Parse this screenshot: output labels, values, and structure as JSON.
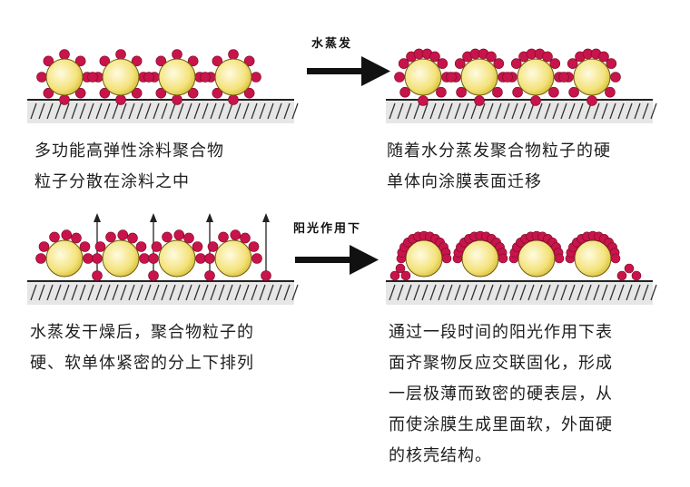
{
  "title": "多功能高弹性涂料成膜过程示意图",
  "colors": {
    "particle_core": "#f3e27a",
    "particle_core_highlight": "#fffbe0",
    "particle_outline": "#6b5a10",
    "monomer": "#c8144a",
    "monomer_outline": "#7a0a2a",
    "substrate_line": "#222222",
    "substrate_fill": "#e6e6e6",
    "arrow": "#111111"
  },
  "steps": [
    {
      "id": "step1",
      "particles": 4,
      "state": "dispersed",
      "caption": "多功能高弹性涂料聚合物\n粒子分散在涂料之中"
    },
    {
      "id": "step2",
      "particles": 4,
      "state": "migrating",
      "caption": "随着水分蒸发聚合物粒子的硬\n单体向涂膜表面迁移"
    },
    {
      "id": "step3",
      "particles": 4,
      "state": "separated",
      "caption": "水蒸发干燥后，聚合物粒子的\n硬、软单体紧密的分上下排列"
    },
    {
      "id": "step4",
      "particles": 4,
      "state": "crosslinked",
      "caption": "通过一段时间的阳光作用下表\n面齐聚物反应交联固化，形成\n一层极薄而致密的硬表层，从\n而使涂膜生成里面软，外面硬\n的核壳结构。"
    }
  ],
  "arrows": [
    {
      "label": "水蒸发"
    },
    {
      "label": "阳光作用下"
    }
  ]
}
